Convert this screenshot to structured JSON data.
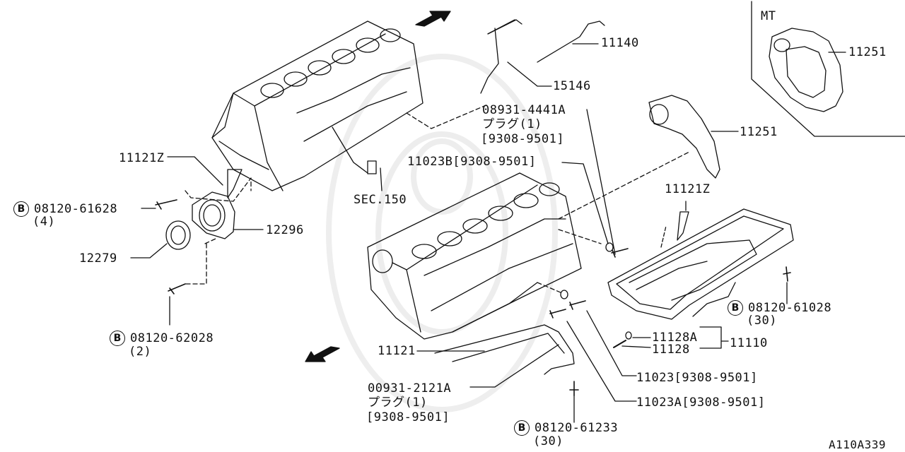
{
  "diagram": {
    "labels": {
      "mt": "MT",
      "p11251_mt": "11251",
      "p11140": "11140",
      "p15146": "15146",
      "p08931": "08931-4441A",
      "plug1_top": "プラグ(1)",
      "date1_top": "[9308-9501]",
      "p11251": "11251",
      "p11023b": "11023B[9308-9501]",
      "p11121z_left": "11121Z",
      "p11121z_right": "11121Z",
      "sec150": "SEC.150",
      "p08120_61628": "08120-61628",
      "qty4": "(4)",
      "p12296": "12296",
      "p12279": "12279",
      "p08120_62028": "08120-62028",
      "qty2": "(2)",
      "p08120_61028": "08120-61028",
      "qty30_right": "(30)",
      "p11128a": "11128A",
      "p11128": "11128",
      "p11110": "11110",
      "p11121": "11121",
      "p11023": "11023[9308-9501]",
      "p11023a": "11023A[9308-9501]",
      "p00931": "00931-2121A",
      "plug1_bottom": "プラグ(1)",
      "date1_bottom": "[9308-9501]",
      "p08120_61233": "08120-61233",
      "qty30_bottom": "(30)",
      "figure_code": "A110A339"
    },
    "badge_letter": "B"
  }
}
